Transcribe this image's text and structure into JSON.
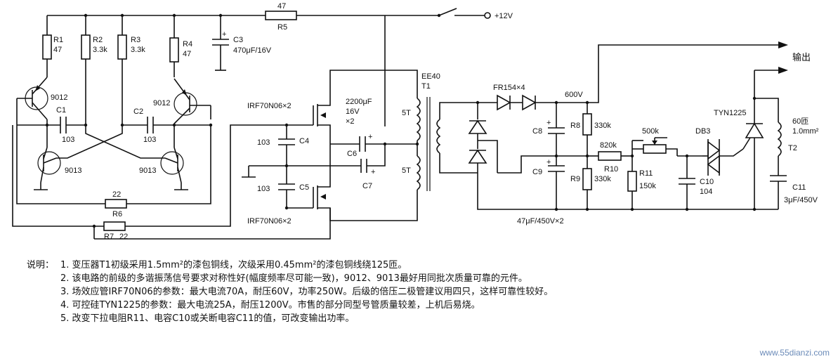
{
  "labels": {
    "r1": [
      "R1",
      "47"
    ],
    "r2": [
      "R2",
      "3.3k"
    ],
    "r3": [
      "R3",
      "3.3k"
    ],
    "r4": [
      "R4",
      "47"
    ],
    "c3": [
      "C3",
      "470μF/16V"
    ],
    "r5": [
      "47",
      "R5"
    ],
    "supply": "+12V",
    "q9012_left": "9012",
    "q9012_right": "9012",
    "c1": [
      "C1",
      "103"
    ],
    "c2": [
      "C2",
      "103"
    ],
    "q9013_left": "9013",
    "q9013_right": "9013",
    "r6": [
      "22",
      "R6"
    ],
    "r7": [
      "R7",
      "22"
    ],
    "mos_top": "IRF70N06×2",
    "mos_bottom": "IRF70N06×2",
    "c4": [
      "103",
      "C4"
    ],
    "c5": [
      "103",
      "C5"
    ],
    "c6": [
      "2200μF",
      "16V",
      "×2",
      "C6"
    ],
    "c7": "C7",
    "t1": [
      "EE40",
      "T1"
    ],
    "turns_top": "5T",
    "turns_bottom": "5T",
    "diodes": "FR154×4",
    "v600": "600V",
    "c8": "C8",
    "c9": "C9",
    "r8": [
      "R8",
      "330k"
    ],
    "r9": [
      "R9",
      "330k"
    ],
    "r10": [
      "820k",
      "R10"
    ],
    "r11": [
      "R11",
      "150k"
    ],
    "pot": "500k",
    "db3": "DB3",
    "c10": [
      "C10",
      "104"
    ],
    "tyn": "TYN1225",
    "t2": [
      "60匝",
      "1.0mm²",
      "T2"
    ],
    "c11": [
      "C11",
      "3μF/450V"
    ],
    "caps_bottom": "47μF/450V×2",
    "output": "输出"
  },
  "notes": {
    "prefix": "说明：",
    "lines": [
      "1. 变压器T1初级采用1.5mm²的漆包铜线，次级采用0.45mm²的漆包铜线绕125匝。",
      "2. 该电路的前级的多谐振荡信号要求对称性好(幅度频率尽可能一致)，9012、9013最好用同批次质量可靠的元件。",
      "3. 场效应管IRF70N06的参数：最大电流70A，耐压60V，功率250W。后级的倍压二极管建议用四只，这样可靠性较好。",
      "4. 可控硅TYN1225的参数：最大电流25A，耐压1200V。市售的部分同型号管质量较差，上机后易烧。",
      "5. 改变下拉电阻R11、电容C10或关断电容C11的值，可改变输出功率。"
    ]
  },
  "watermark": "www.55dianzi.com"
}
